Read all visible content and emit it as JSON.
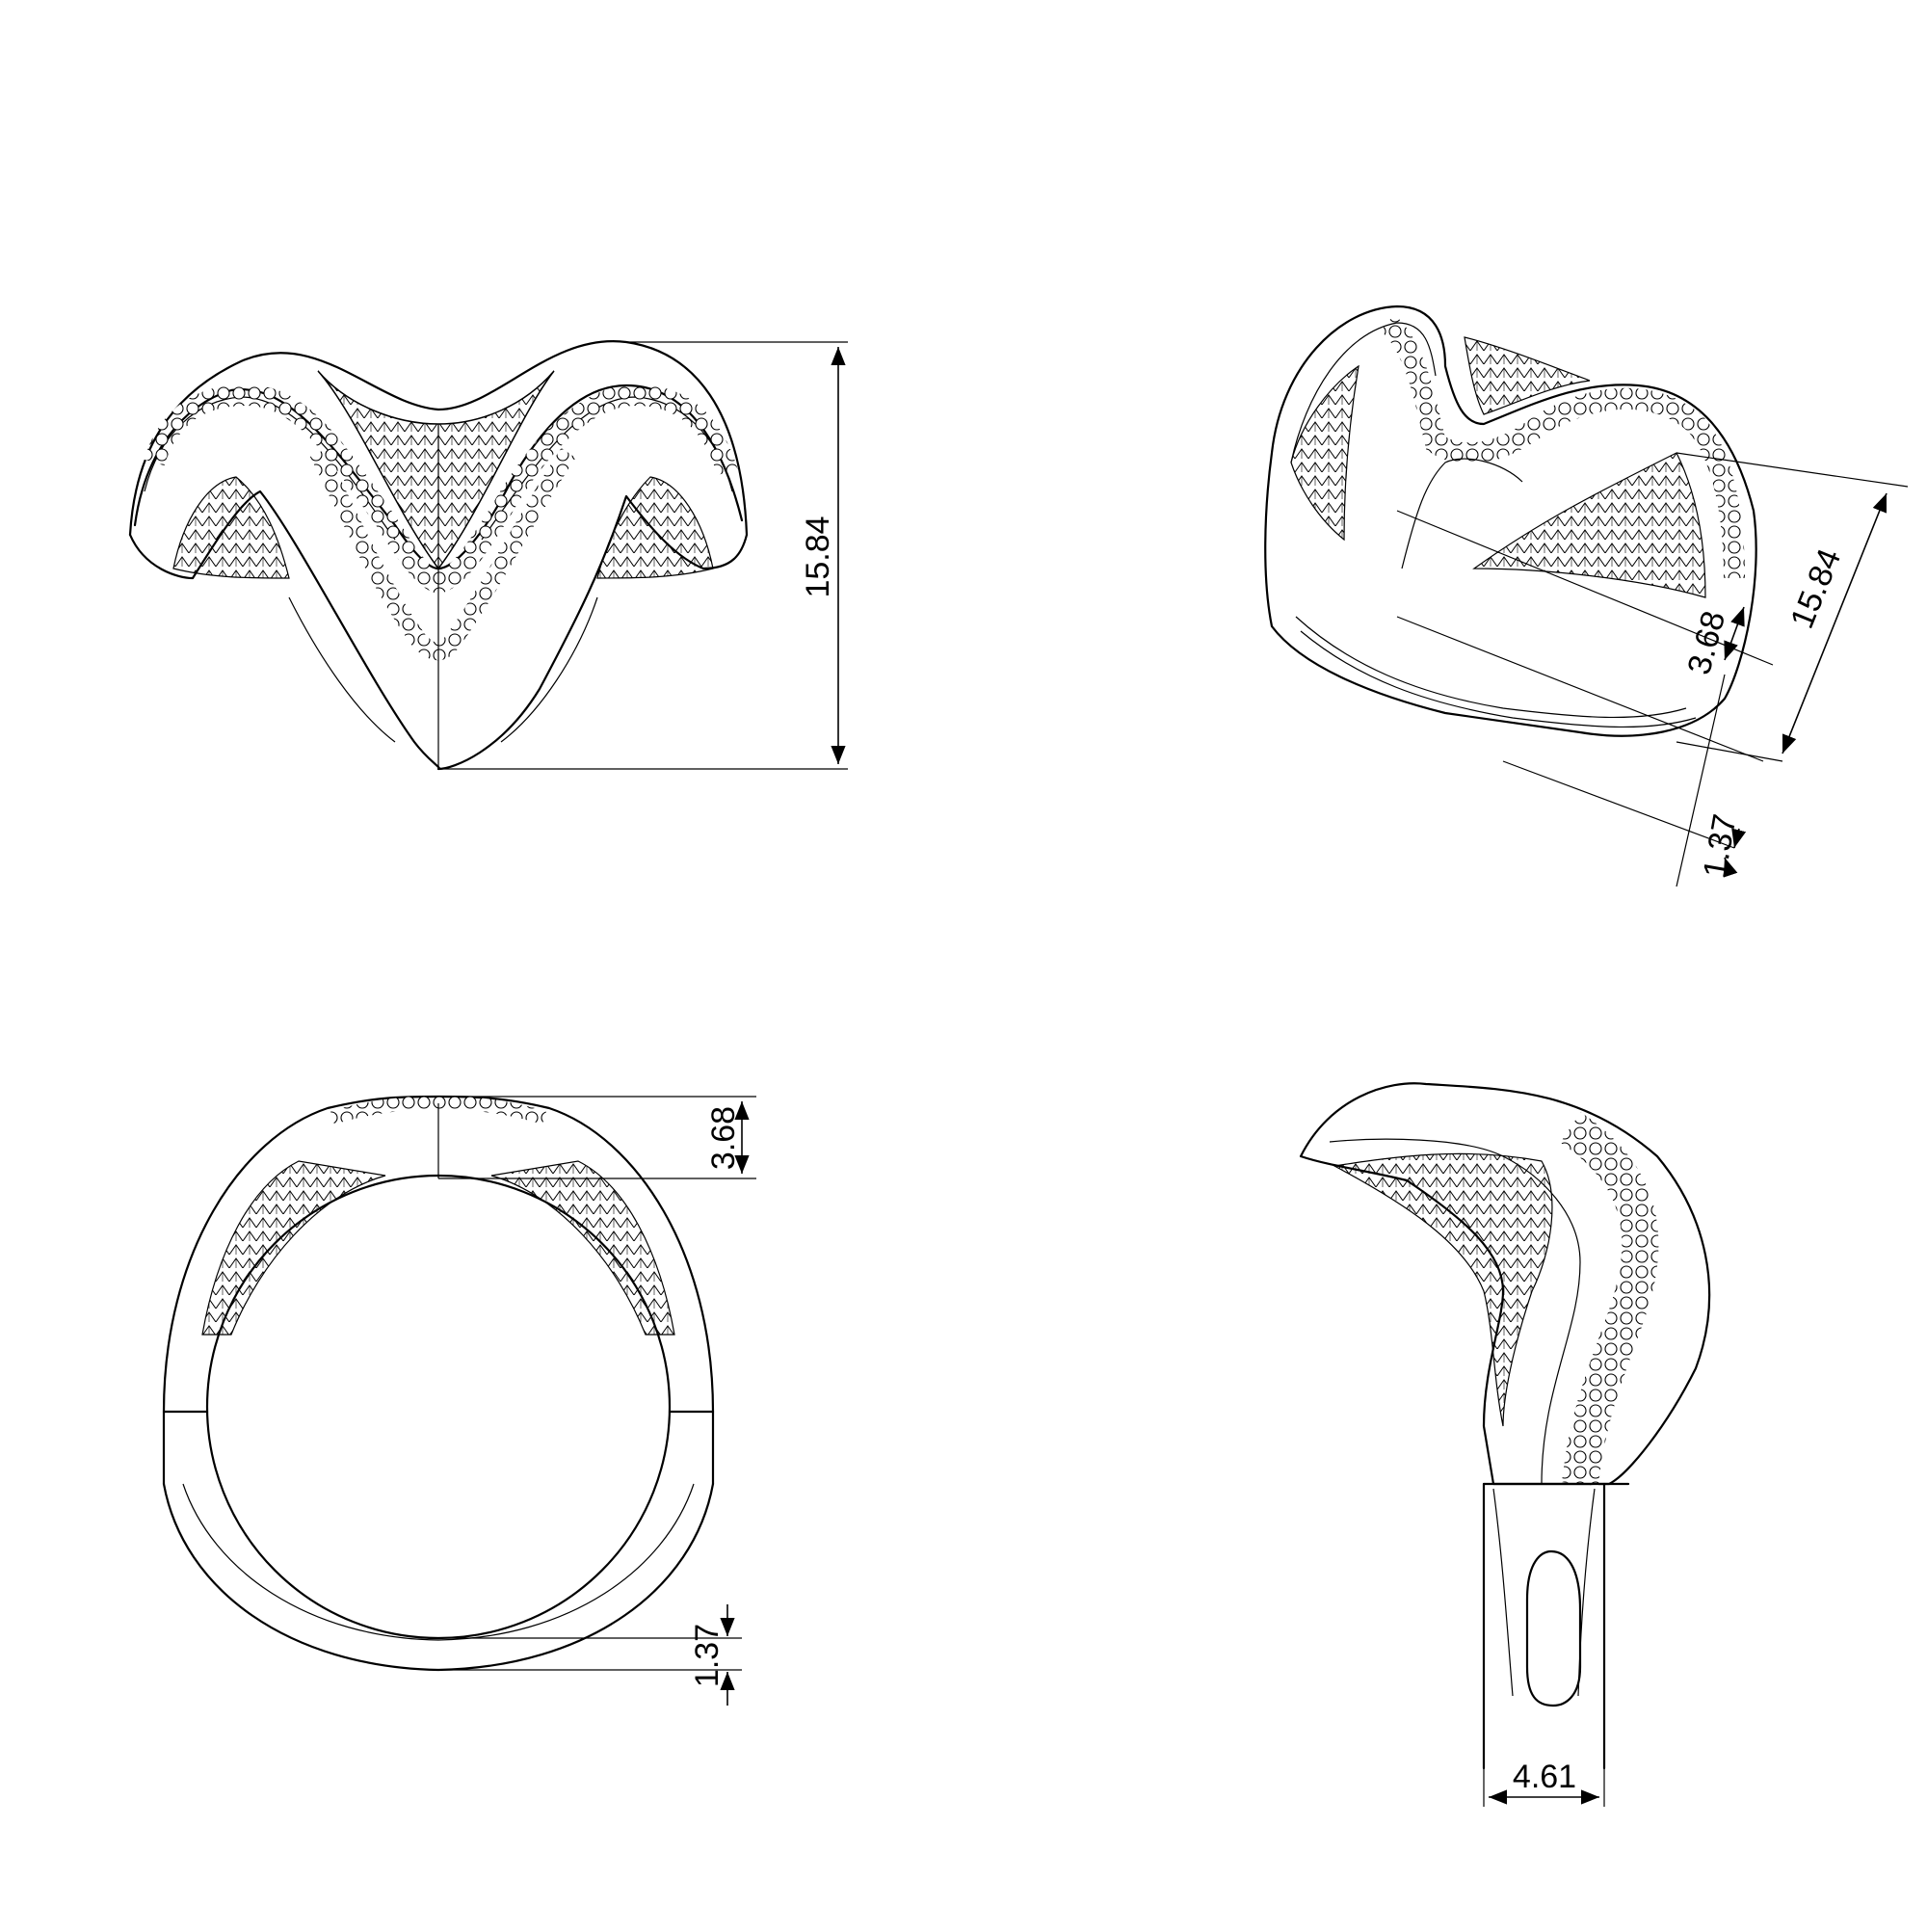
{
  "colors": {
    "line": "#000000",
    "background": "#ffffff"
  },
  "dimensions": {
    "front_height": "15.84",
    "perspective_height": "15.84",
    "perspective_top": "3.68",
    "perspective_band": "1.37",
    "side_top": "3.68",
    "side_band": "1.37",
    "profile_width": "4.61"
  }
}
